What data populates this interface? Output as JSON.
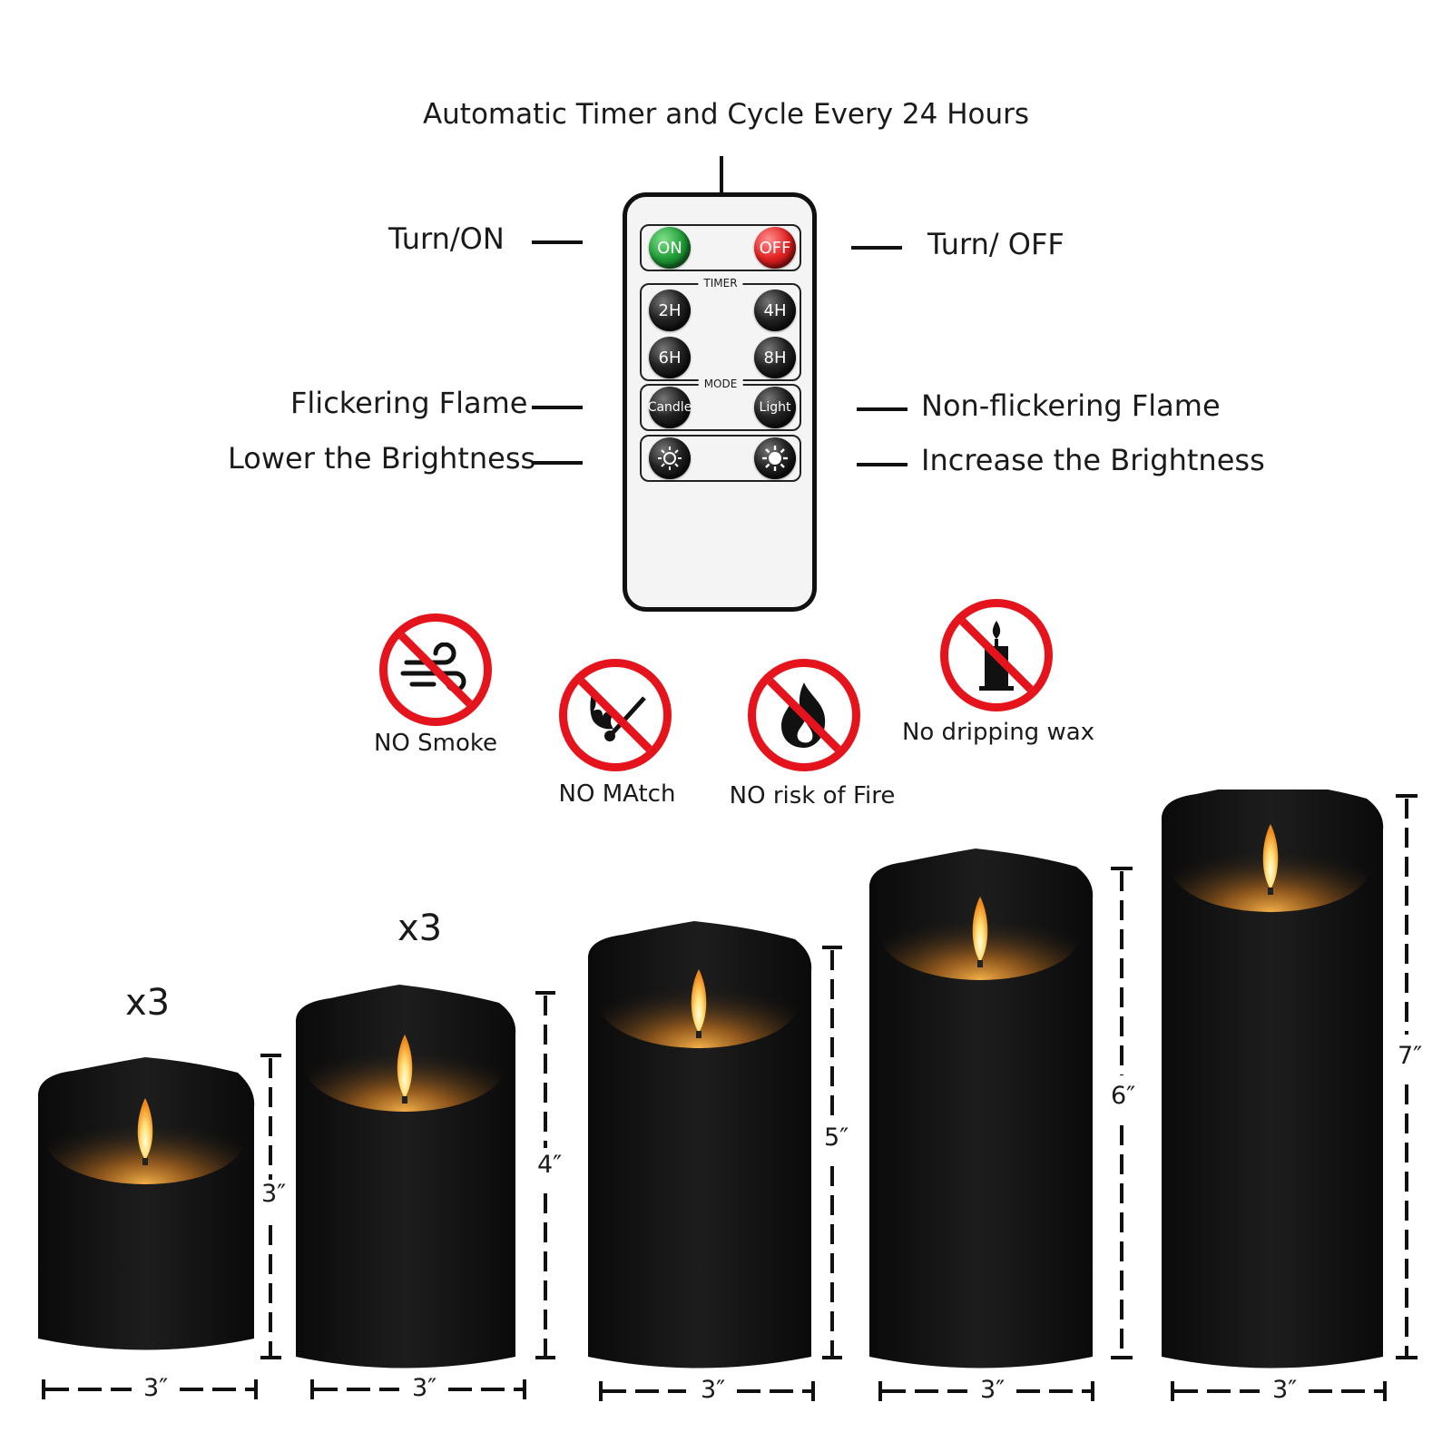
{
  "title": "Automatic Timer and Cycle Every 24 Hours",
  "remote": {
    "labels": {
      "turn_on": "Turn/ON",
      "turn_off": "Turn/ OFF",
      "flicker": "Flickering Flame",
      "non_flicker": "Non-flickering Flame",
      "lower": "Lower the Brightness",
      "increase": "Increase the Brightness"
    },
    "buttons": {
      "on": "ON",
      "off": "OFF",
      "timer_caption": "TIMER",
      "t2": "2H",
      "t4": "4H",
      "t6": "6H",
      "t8": "8H",
      "mode_caption": "MODE",
      "candle": "Candle",
      "light": "Light",
      "dim_down": "sun-dim-icon",
      "dim_up": "sun-bright-icon"
    },
    "colors": {
      "on": "#1f9b36",
      "off": "#e02020",
      "prohibit": "#e5141c"
    }
  },
  "features": [
    {
      "label": "NO Smoke",
      "icon": "no-smoke-icon"
    },
    {
      "label": "NO MAtch",
      "icon": "no-match-icon"
    },
    {
      "label": "NO risk of Fire",
      "icon": "no-fire-icon"
    },
    {
      "label": "No dripping wax",
      "icon": "no-wax-icon"
    }
  ],
  "candles": [
    {
      "height": "3″",
      "width": "3″",
      "count": "x3"
    },
    {
      "height": "4″",
      "width": "3″",
      "count": "x3"
    },
    {
      "height": "5″",
      "width": "3″"
    },
    {
      "height": "6″",
      "width": "3″"
    },
    {
      "height": "7″",
      "width": "3″"
    }
  ]
}
